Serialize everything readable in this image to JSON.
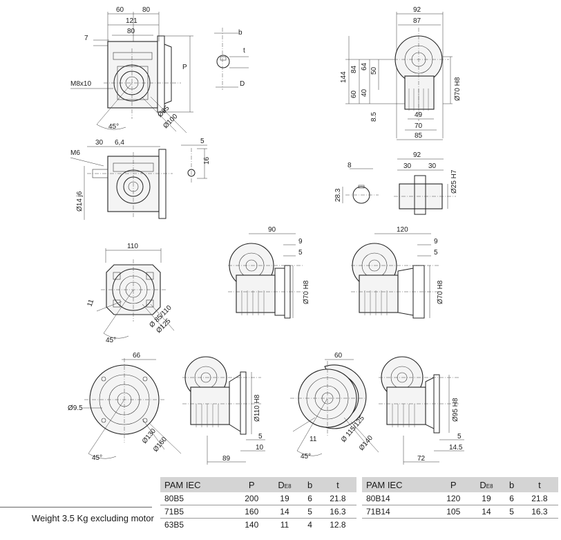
{
  "dimensions": {
    "view1": {
      "d60": "60",
      "d80top": "80",
      "d121": "121",
      "d80": "80",
      "d7": "7",
      "p": "P",
      "m8x10": "M8x10",
      "d45": "45°",
      "o85": "Ø85",
      "o100": "Ø100"
    },
    "key1": {
      "b": "b",
      "t": "t",
      "d": "D"
    },
    "view2": {
      "d92": "92",
      "d87": "87",
      "d144": "144",
      "d84": "84",
      "d64": "64",
      "d50": "50",
      "d60": "60",
      "d40": "40",
      "d85s": "8.5",
      "d49": "49",
      "d70": "70",
      "d85": "85",
      "o70h8": "Ø70 H8"
    },
    "view3": {
      "m6": "M6",
      "d30": "30",
      "d64": "6,4",
      "o14j6": "Ø14 j6"
    },
    "key3": {
      "d5": "5",
      "d16": "16"
    },
    "view4": {
      "d8": "8",
      "d283": "28.3",
      "d92": "92",
      "d30a": "30",
      "d30b": "30",
      "o25h7": "Ø25 H7"
    },
    "view5": {
      "d110": "110",
      "d11": "11",
      "d45": "45°",
      "o85_110": "Ø 85/110",
      "o125": "Ø125"
    },
    "view6": {
      "d90": "90",
      "d9": "9",
      "d5": "5",
      "o70h8": "Ø70 H8"
    },
    "view7": {
      "d120": "120",
      "d9": "9",
      "d5": "5",
      "o70h8": "Ø70 H8"
    },
    "view8": {
      "d66": "66",
      "o95": "Ø9.5",
      "d45": "45°",
      "o130": "Ø130",
      "o160": "Ø160"
    },
    "view9": {
      "o110h8": "Ø110 H8",
      "d5": "5",
      "d10": "10",
      "d89": "89"
    },
    "view10": {
      "d60": "60",
      "d11": "11",
      "d45": "45°",
      "o115_125": "Ø 115/125",
      "o140": "Ø140"
    },
    "view11": {
      "o95h8": "Ø95 H8",
      "d5": "5",
      "d145": "14.5",
      "d72": "72"
    }
  },
  "tables": {
    "left": {
      "headers": [
        "PAM IEC",
        "P",
        "D",
        "E8",
        "b",
        "t"
      ],
      "rows": [
        [
          "80B5",
          "200",
          "19",
          "6",
          "21.8"
        ],
        [
          "71B5",
          "160",
          "14",
          "5",
          "16.3"
        ],
        [
          "63B5",
          "140",
          "11",
          "4",
          "12.8"
        ]
      ]
    },
    "right": {
      "headers": [
        "PAM IEC",
        "P",
        "D",
        "E8",
        "b",
        "t"
      ],
      "rows": [
        [
          "80B14",
          "120",
          "19",
          "6",
          "21.8"
        ],
        [
          "71B14",
          "105",
          "14",
          "5",
          "16.3"
        ]
      ]
    }
  },
  "weight_note": "Weight 3.5 Kg excluding motor"
}
